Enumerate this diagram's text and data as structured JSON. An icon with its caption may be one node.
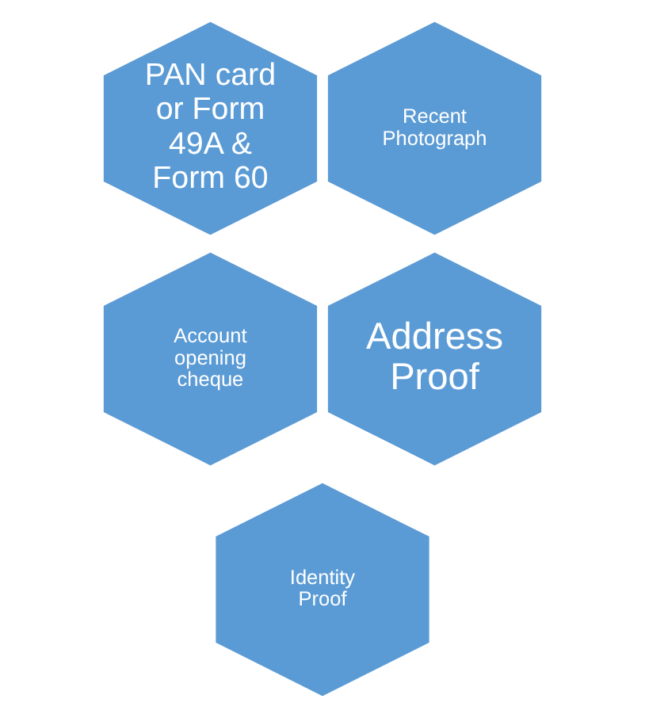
{
  "diagram": {
    "nodes": [
      {
        "text": [
          "PAN card or Form 49A & Form 60"
        ]
      },
      {
        "text": [
          "Recent Photograph"
        ]
      },
      {
        "text": [
          "Account opening cheque"
        ]
      },
      {
        "text": [
          "Address Proof"
        ]
      },
      {
        "text": [
          "Identity Proof"
        ]
      }
    ]
  }
}
